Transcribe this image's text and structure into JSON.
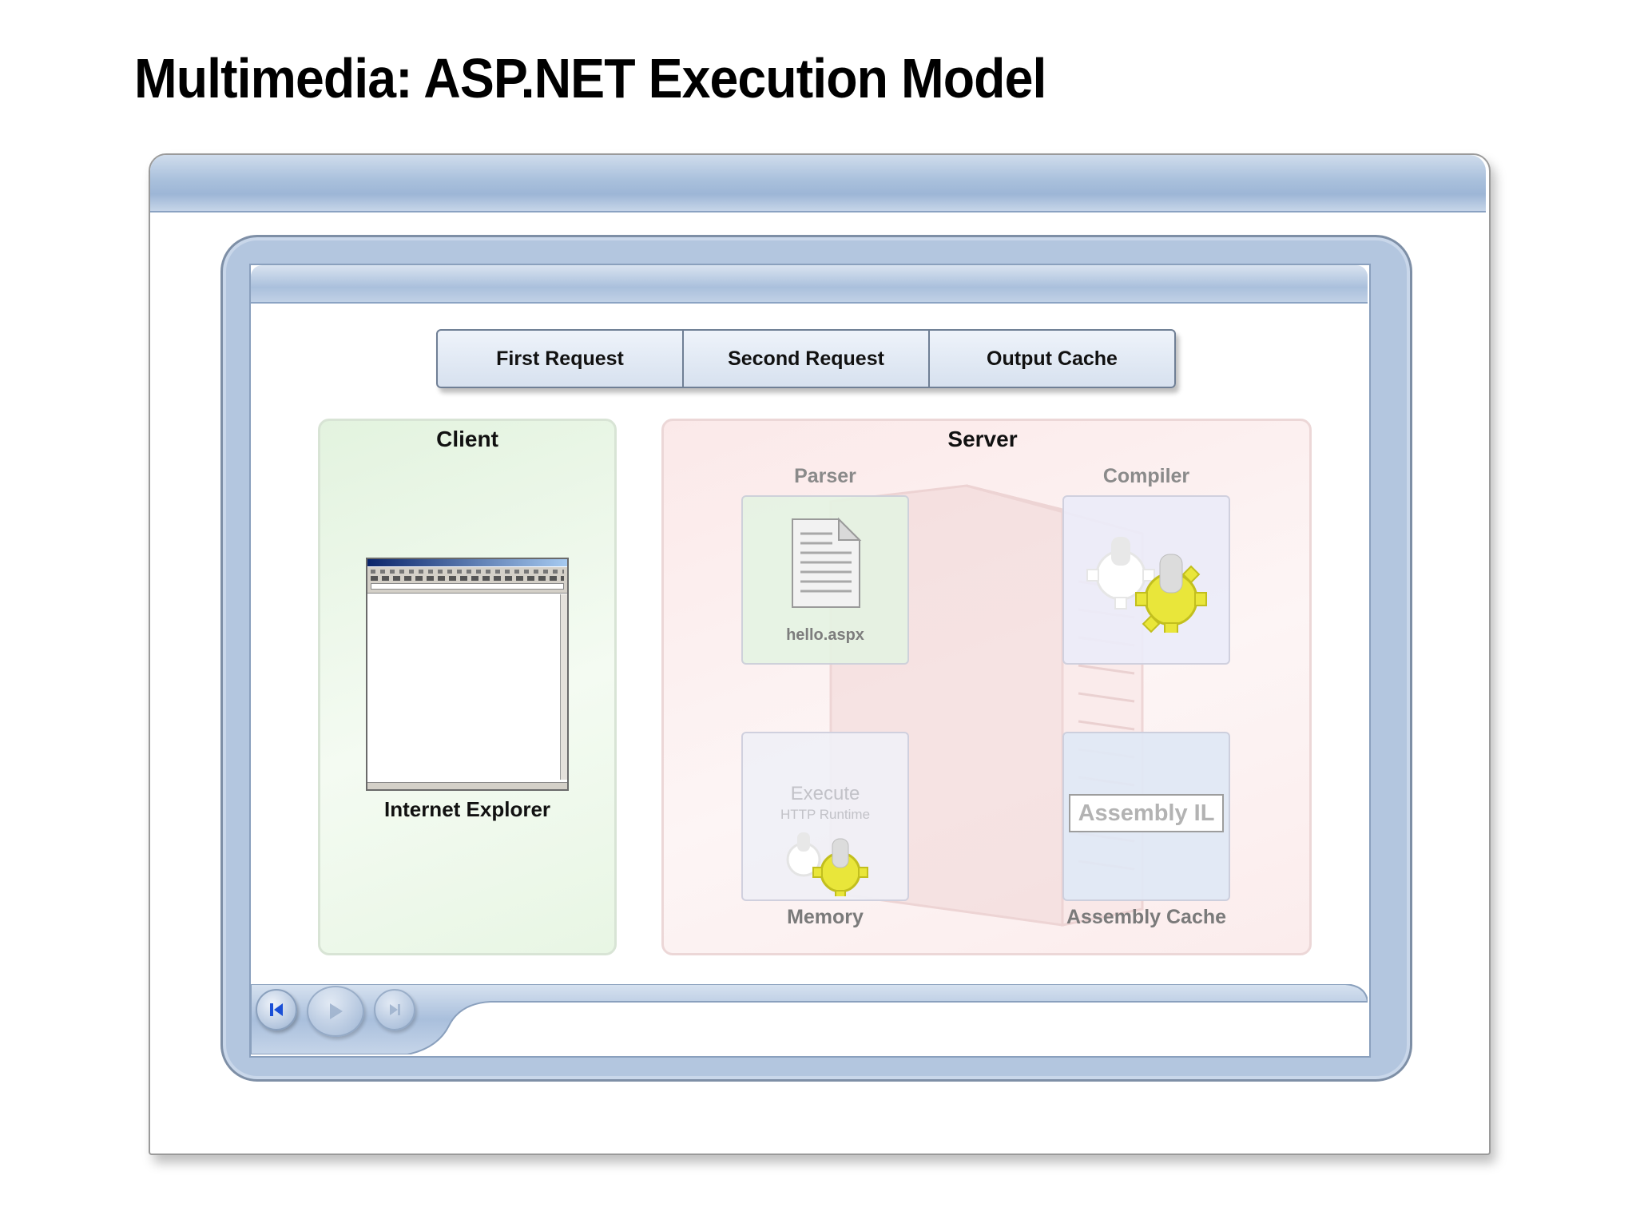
{
  "title": "Multimedia: ASP.NET Execution Model",
  "tabs": [
    "First Request",
    "Second Request",
    "Output Cache"
  ],
  "client": {
    "heading": "Client",
    "browser_label": "Internet Explorer"
  },
  "server": {
    "heading": "Server",
    "parser": {
      "label": "Parser",
      "file": "hello.aspx"
    },
    "compiler": {
      "label": "Compiler"
    },
    "memory": {
      "label": "Memory",
      "execute": "Execute",
      "runtime": "HTTP Runtime"
    },
    "assembly_cache": {
      "label": "Assembly Cache",
      "badge": "Assembly IL"
    }
  },
  "controls": [
    "skip-to-start-icon",
    "play-icon",
    "next-icon"
  ],
  "colors": {
    "frame_blue": "#b3c6df",
    "client_panel": "#e3f3df",
    "server_panel": "#fbe9e9",
    "gear_yellow": "#e9e63a"
  }
}
